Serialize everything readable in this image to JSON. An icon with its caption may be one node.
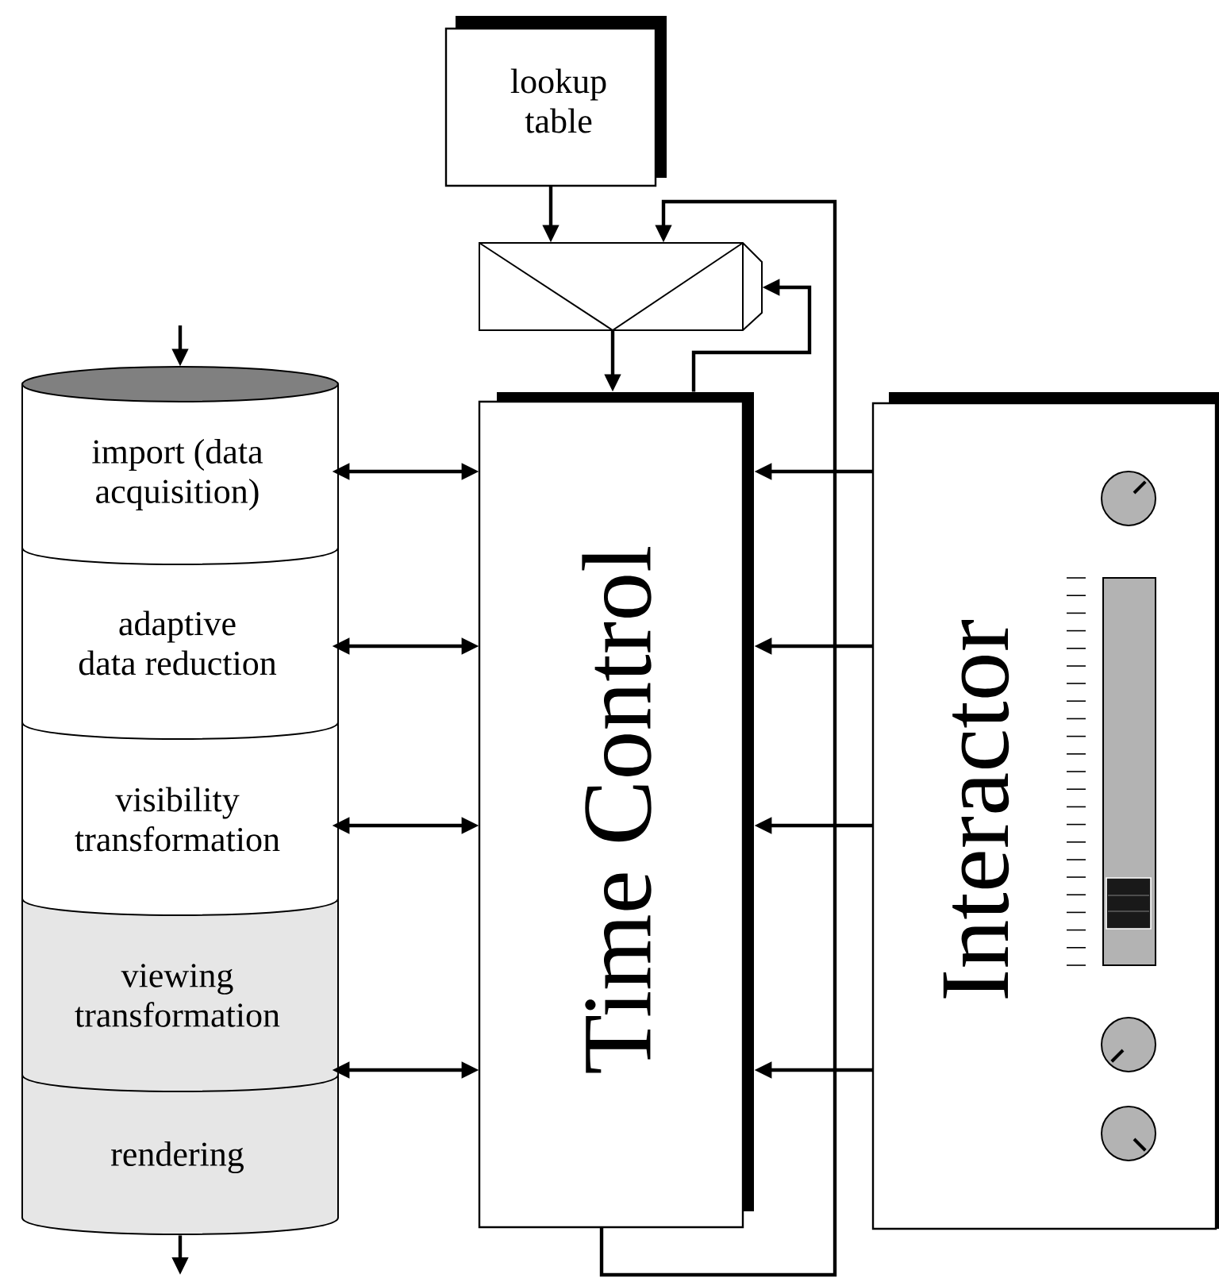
{
  "diagram": {
    "nodes": [
      {
        "text": [
          "lookup table"
        ]
      },
      {
        "text": [],
        "shape": "box"
      },
      {
        "text": [],
        "shape": "cylinder"
      },
      {
        "text": [
          "import (data acquisition)"
        ],
        "in": 2
      },
      {
        "text": [
          "adaptive data reduction"
        ],
        "in": 2
      },
      {
        "text": [
          "visibility transformation"
        ],
        "in": 2
      },
      {
        "text": [
          "viewing transformation"
        ],
        "in": 2
      },
      {
        "text": [
          "rendering"
        ],
        "in": 2
      },
      {
        "text": [
          "Time Control"
        ]
      },
      {
        "text": [
          "Interactor"
        ]
      }
    ],
    "edges": [
      {
        "from": 0,
        "to": 1,
        "arrow": "to"
      },
      {
        "from": 1,
        "to": 8,
        "arrow": "to"
      },
      {
        "from": 8,
        "to": 1,
        "arrow": "to"
      },
      {
        "from": 8,
        "to": 1,
        "arrow": "to"
      },
      {
        "from": null,
        "to": 2,
        "arrow": "to"
      },
      {
        "from": 2,
        "to": null,
        "arrow": "to"
      },
      {
        "from": 3,
        "to": 8,
        "arrow": "both"
      },
      {
        "from": 4,
        "to": 8,
        "arrow": "both"
      },
      {
        "from": 5,
        "to": 8,
        "arrow": "both"
      },
      {
        "from": 6,
        "to": 8,
        "arrow": "both"
      },
      {
        "from": 9,
        "to": 8,
        "arrow": "to"
      },
      {
        "from": 9,
        "to": 8,
        "arrow": "to"
      },
      {
        "from": 9,
        "to": 8,
        "arrow": "to"
      },
      {
        "from": 9,
        "to": 8,
        "arrow": "to"
      }
    ]
  }
}
